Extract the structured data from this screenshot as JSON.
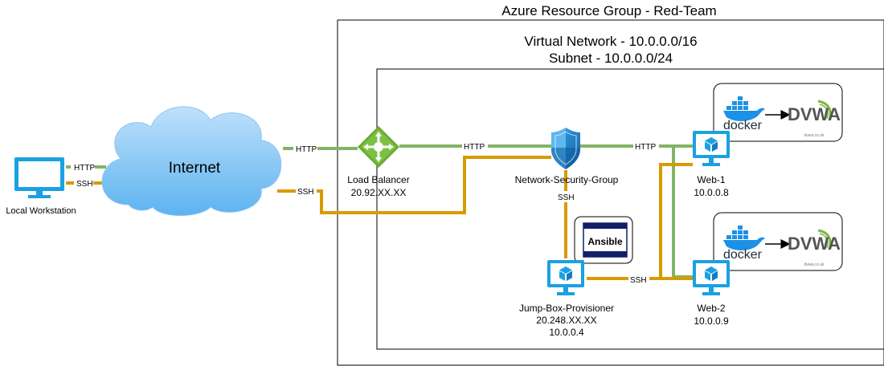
{
  "resource_group": {
    "title": "Azure Resource Group - Red-Team"
  },
  "vnet": {
    "title": "Virtual Network - 10.0.0.0/16",
    "subnet": "Subnet - 10.0.0.0/24"
  },
  "internet": {
    "label": "Internet"
  },
  "workstation": {
    "label": "Local Workstation",
    "http": "HTTP",
    "ssh": "SSH"
  },
  "load_balancer": {
    "name": "Load Balancer",
    "ip": "20.92.XX.XX",
    "http": "HTTP",
    "ssh": "SSH"
  },
  "nsg": {
    "name": "Network-Security-Group",
    "http": "HTTP",
    "ssh": "SSH"
  },
  "web1": {
    "name": "Web-1",
    "ip": "10.0.0.8",
    "http": "HTTP"
  },
  "web2": {
    "name": "Web-2",
    "ip": "10.0.0.9"
  },
  "jumpbox": {
    "name": "Jump-Box-Provisioner",
    "public_ip": "20.248.XX.XX",
    "ip": "10.0.0.4",
    "ssh": "SSH"
  },
  "ansible": {
    "label": "Ansible"
  },
  "docker": {
    "label": "docker",
    "dvwa": "DVWA",
    "dvwa_url": "dvwa.co.uk"
  },
  "colors": {
    "http": "#82b366",
    "ssh": "#d79b00",
    "azure": "#1ba1e2",
    "cloud": "#a6cff2"
  }
}
